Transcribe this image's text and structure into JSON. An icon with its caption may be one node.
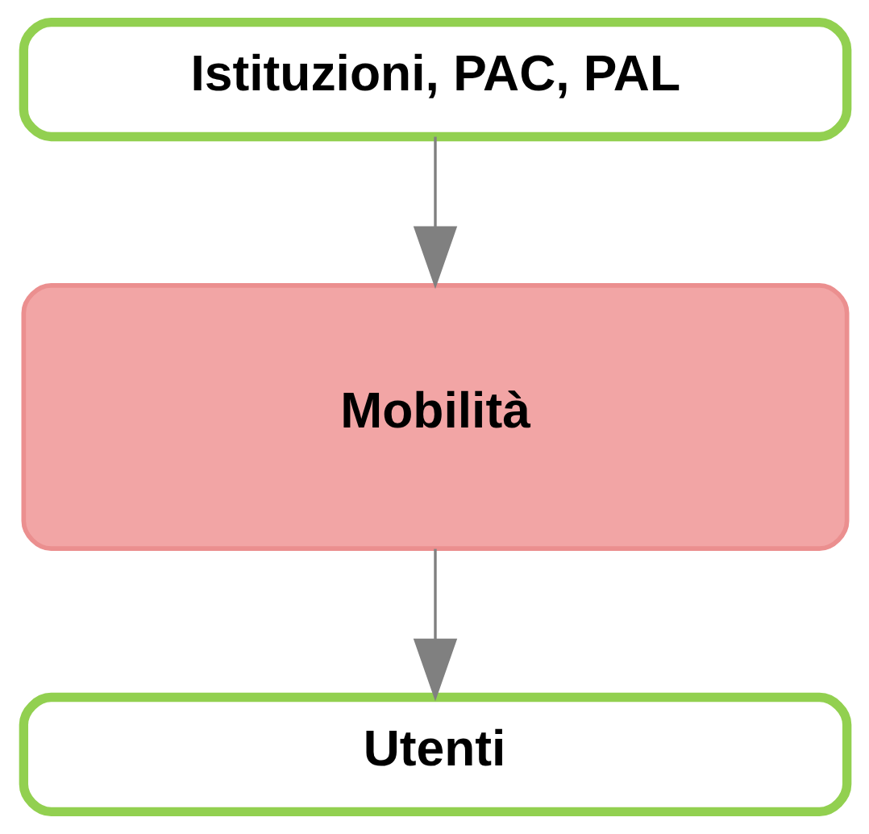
{
  "diagram": {
    "nodes": [
      {
        "text": [
          "Istituzioni, PAC, PAL"
        ]
      },
      {
        "text": [
          "Mobilità"
        ]
      },
      {
        "text": [
          "Utenti"
        ]
      }
    ],
    "edges": [
      {
        "from": 0,
        "to": 1,
        "arrow": "to"
      },
      {
        "from": 1,
        "to": 2,
        "arrow": "to"
      }
    ]
  }
}
